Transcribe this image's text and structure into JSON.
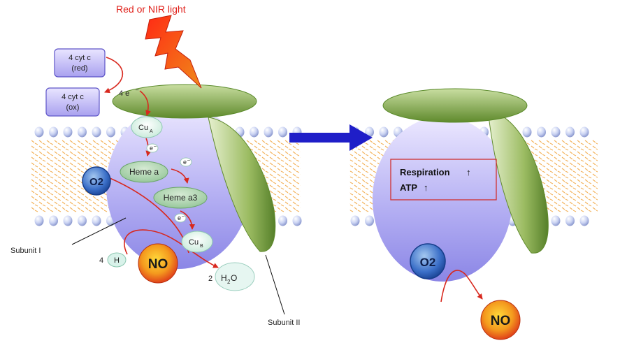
{
  "light_label": "Red or NIR light",
  "cytc": {
    "red_line1": "4 cyt c",
    "red_line2": "(red)",
    "ox_line1": "4 cyt c",
    "ox_line2": "(ox)"
  },
  "electrons": {
    "four": "4 e",
    "single": "e",
    "sup": "–"
  },
  "cofactors": {
    "cua_main": "Cu",
    "cua_sub": "A",
    "heme_a": "Heme a",
    "heme_a3": "Heme a3",
    "cub_main": "Cu",
    "cub_sub": "B"
  },
  "molecules": {
    "o2": "O2",
    "no": "NO",
    "proton_coef": "4",
    "proton": "H",
    "water_coef": "2",
    "water_h": "H",
    "water_sub": "2",
    "water_o": "O"
  },
  "subunits": {
    "one": "Subunit I",
    "two": "Subunit II"
  },
  "result": {
    "line1": "Respiration",
    "line2": "ATP",
    "arrow": "↑"
  },
  "colors": {
    "light_label": "#e0201a",
    "arrow_red": "#d8281e",
    "big_arrow": "#1f1ec8",
    "result_box": "#d03030",
    "membrane_bead": "#b9c4ee",
    "lipid_tail": "#f3b25a"
  }
}
